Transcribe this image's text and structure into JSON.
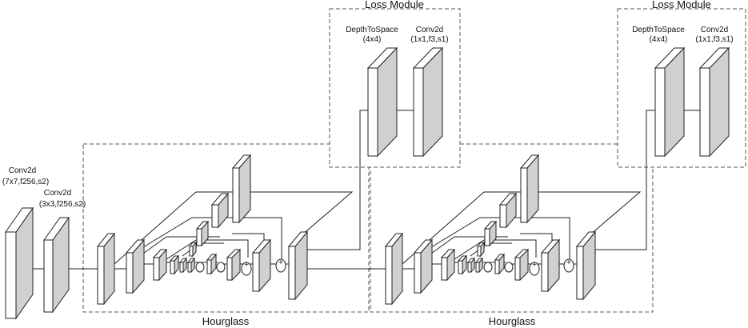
{
  "input_layers": {
    "conv1": {
      "line1": "Conv2d",
      "line2": "(7x7,f256,s2)"
    },
    "conv2": {
      "line1": "Conv2d",
      "line2": "(3x3,f256,s2)"
    }
  },
  "hourglass_modules": [
    {
      "label": "Hourglass"
    },
    {
      "label": "Hourglass"
    }
  ],
  "loss_modules": [
    {
      "title": "Loss Module",
      "depth_to_space": {
        "line1": "DepthToSpace",
        "line2": "(4x4)"
      },
      "conv": {
        "line1": "Conv2d",
        "line2": "(1x1,f3,s1)"
      }
    },
    {
      "title": "Loss Module",
      "depth_to_space": {
        "line1": "DepthToSpace",
        "line2": "(4x4)"
      },
      "conv": {
        "line1": "Conv2d",
        "line2": "(1x1,f3,s1)"
      }
    }
  ],
  "operators": {
    "add_symbol": "+"
  }
}
